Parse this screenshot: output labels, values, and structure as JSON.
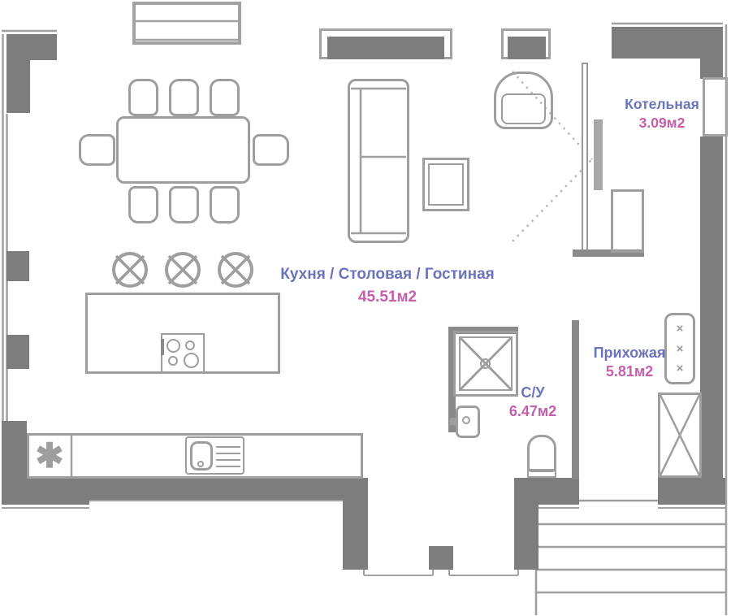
{
  "plan_title": "floor-plan",
  "colors": {
    "wall": "#7d7d7d",
    "interior_wall": "#8a8a8a",
    "fixture_outline": "#9e9e9e",
    "room_name_text": "#6b74bb",
    "room_area_text": "#c55fac",
    "door_swing_dash": "#b8b8b8"
  },
  "rooms": [
    {
      "name": "Кухня / Столовая / Гостиная",
      "area": "45.51м2"
    },
    {
      "name": "Котельная",
      "area": "3.09м2"
    },
    {
      "name": "Прихожая",
      "area": "5.81м2"
    },
    {
      "name": "С/У",
      "area": "6.47м2"
    }
  ],
  "symbols": {
    "appliance": "✱",
    "hook": "×"
  }
}
